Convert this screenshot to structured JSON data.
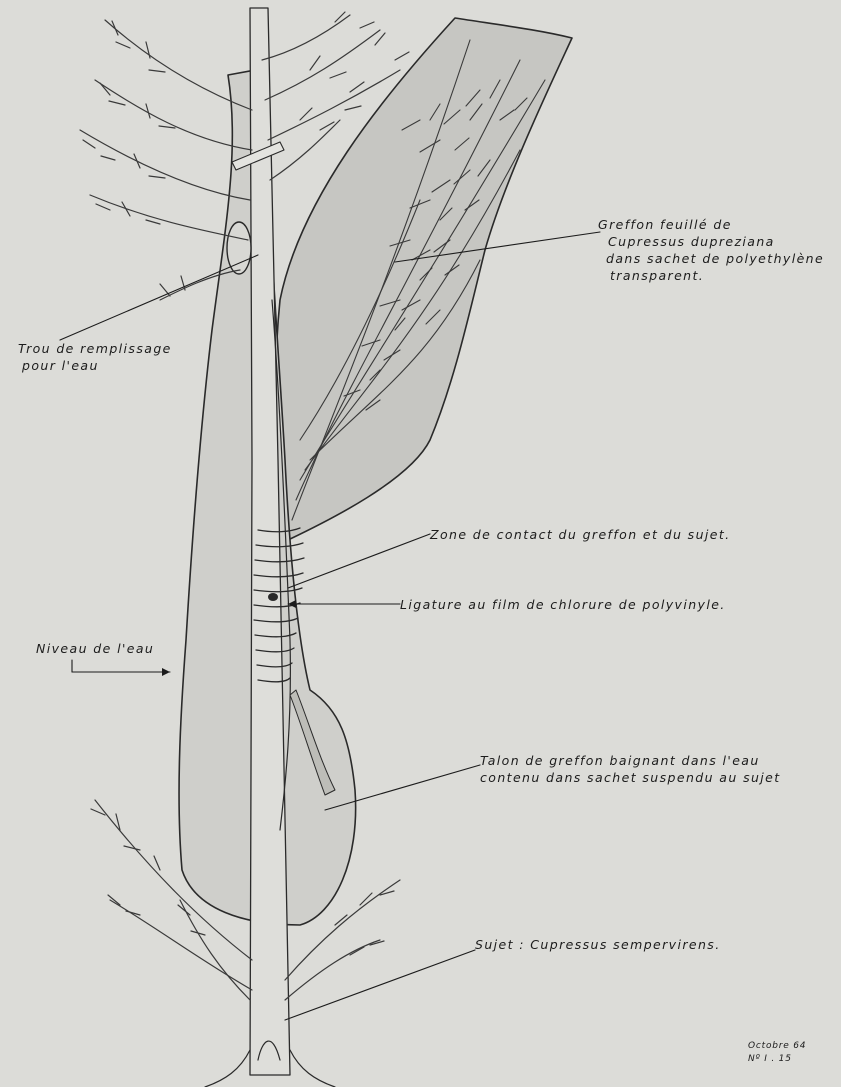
{
  "colors": {
    "paper": "#dcdcd8",
    "ink": "#1c1c1c",
    "bag_fill": "#c9c9c5",
    "foliage": "#3a3a3a"
  },
  "labels": {
    "greffon": {
      "line1": "Greffon feuillé de",
      "line2": "Cupressus dupreziana",
      "line3": "dans sachet de polyethylène",
      "line4": "transparent."
    },
    "trou": {
      "line1": "Trou de remplissage",
      "line2": "pour l'eau"
    },
    "zone_contact": "Zone de contact du greffon et du sujet.",
    "ligature": "Ligature au film de chlorure de polyvinyle.",
    "niveau": "Niveau de l'eau",
    "talon": {
      "line1": "Talon de greffon baignant dans l'eau",
      "line2": "contenu dans sachet suspendu au sujet"
    },
    "sujet": "Sujet : Cupressus sempervirens."
  },
  "signature": {
    "line1": "Octobre 64",
    "line2": "Nº I . 15"
  }
}
